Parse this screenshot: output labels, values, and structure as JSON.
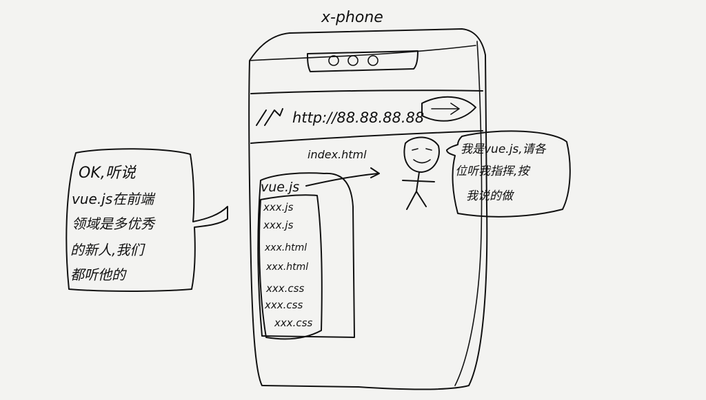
{
  "phone": {
    "label": "x-phone",
    "address": "http://88.88.88.88",
    "page_file": "index.html"
  },
  "files": [
    "vue.js",
    "xxx.js",
    "xxx.js",
    "xxx.html",
    "xxx.html",
    "xxx.css",
    "xxx.css",
    "xxx.css"
  ],
  "bubbles": {
    "left": [
      "OK,听说",
      "vue.js在前端",
      "领域是多优秀",
      "的新人,我们",
      "都听他的"
    ],
    "right": [
      "我是vue.js,请各",
      "位听我指挥,按",
      "我说的做"
    ]
  }
}
